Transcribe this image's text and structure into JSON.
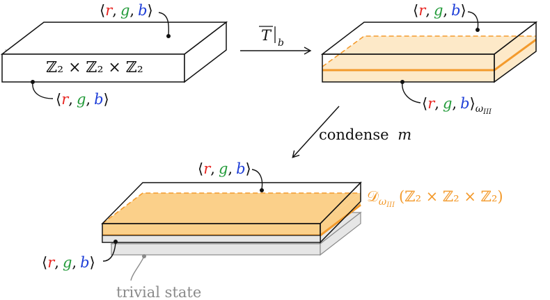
{
  "colors": {
    "red": "#e8231f",
    "green": "#239b3a",
    "blue": "#1f3fd8",
    "orange": "#f39a2c",
    "orange_fill": "#fde9c8",
    "orange_fill_strong": "#fbd08a",
    "gray": "#8a8a8a",
    "gray_fill": "#e6e6e6",
    "black": "#111111"
  },
  "labels": {
    "rgb_r": "r",
    "rgb_g": "g",
    "rgb_b": "b",
    "lang": "⟨",
    "rang": "⟩",
    "comma": ",",
    "omega_sub": "ω",
    "omega_sub_III": "III",
    "slab1_group": "ℤ₂ × ℤ₂ × ℤ₂",
    "arrow1_T": "T",
    "arrow1_sub": "b",
    "arrow2_text": "condense",
    "arrow2_m": "m",
    "dw_D": "𝒟",
    "dw_group": "(ℤ₂ × ℤ₂ × ℤ₂)",
    "trivial_state": "trivial state"
  }
}
